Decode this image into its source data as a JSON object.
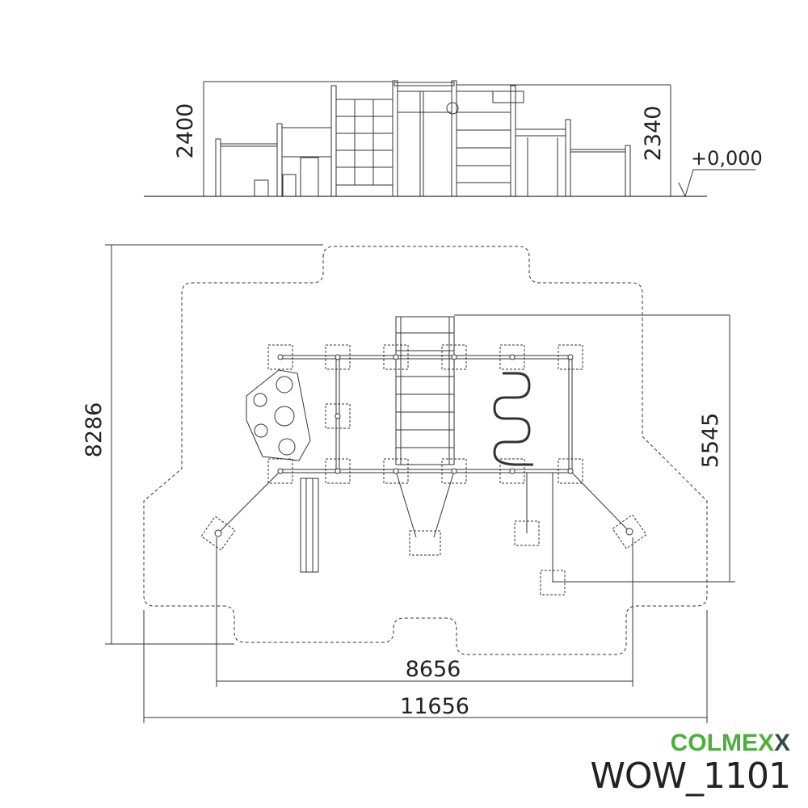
{
  "elevation": {
    "height_left": "2400",
    "height_right": "2340",
    "level_mark": "+0,000"
  },
  "plan": {
    "overall_depth": "8286",
    "equipment_depth": "5545",
    "equipment_width": "8656",
    "overall_width": "11656"
  },
  "brand": {
    "logo_text": "COLMEX",
    "logo_suffix": "X",
    "model_code": "WOW_1101",
    "logo_color": "#4caf3a"
  }
}
